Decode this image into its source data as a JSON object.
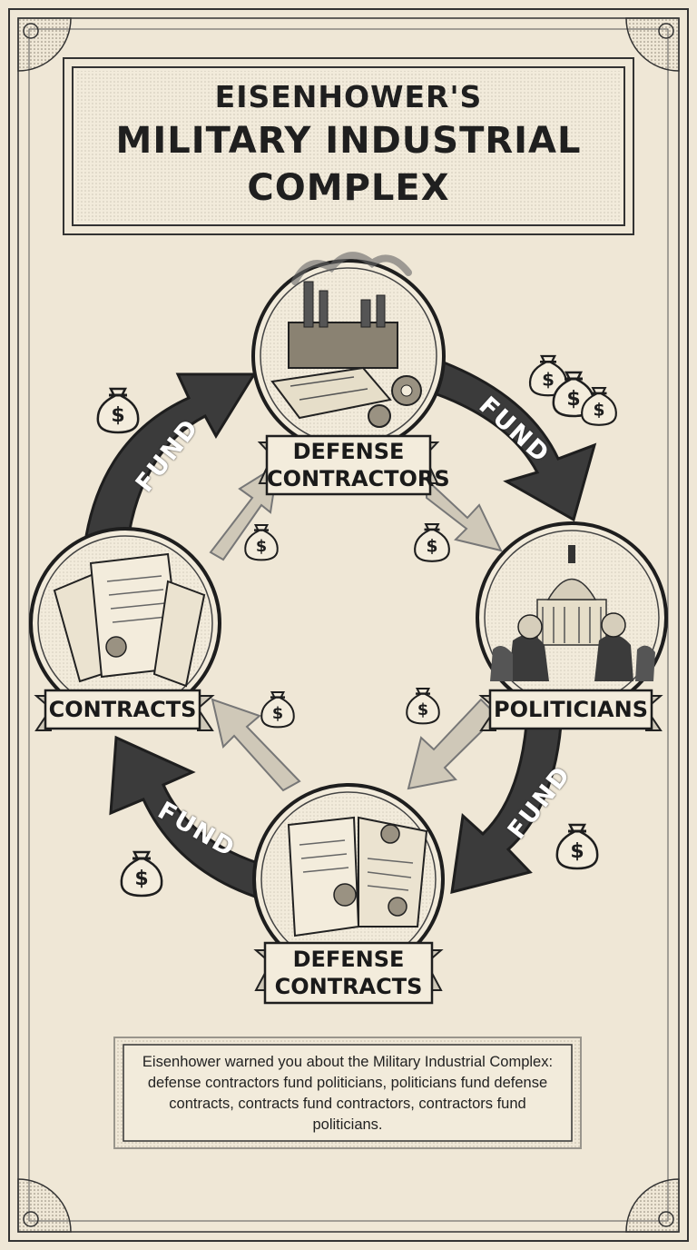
{
  "title": {
    "line1": "EISENHOWER'S",
    "line2": "MILITARY INDUSTRIAL",
    "line3": "COMPLEX"
  },
  "nodes": {
    "contractors": {
      "line1": "DEFENSE",
      "line2": "CONTRACTORS"
    },
    "politicians": {
      "label": "POLITICIANS"
    },
    "defense_contracts": {
      "line1": "DEFENSE",
      "line2": "CONTRACTS"
    },
    "contracts": {
      "label": "CONTRACTS"
    }
  },
  "arrow_label": "FUND",
  "money_symbol": "$",
  "caption": "Eisenhower warned you about the Military Industrial Complex: defense contractors fund politicians, politicians fund defense contracts, contracts fund contractors, contractors fund politicians.",
  "colors": {
    "paper": "#efe7d6",
    "ink": "#1e1e1e",
    "arrow_dark": "#3b3b3b",
    "arrow_light": "#cfc8b8",
    "banner": "#f3ecdc"
  }
}
